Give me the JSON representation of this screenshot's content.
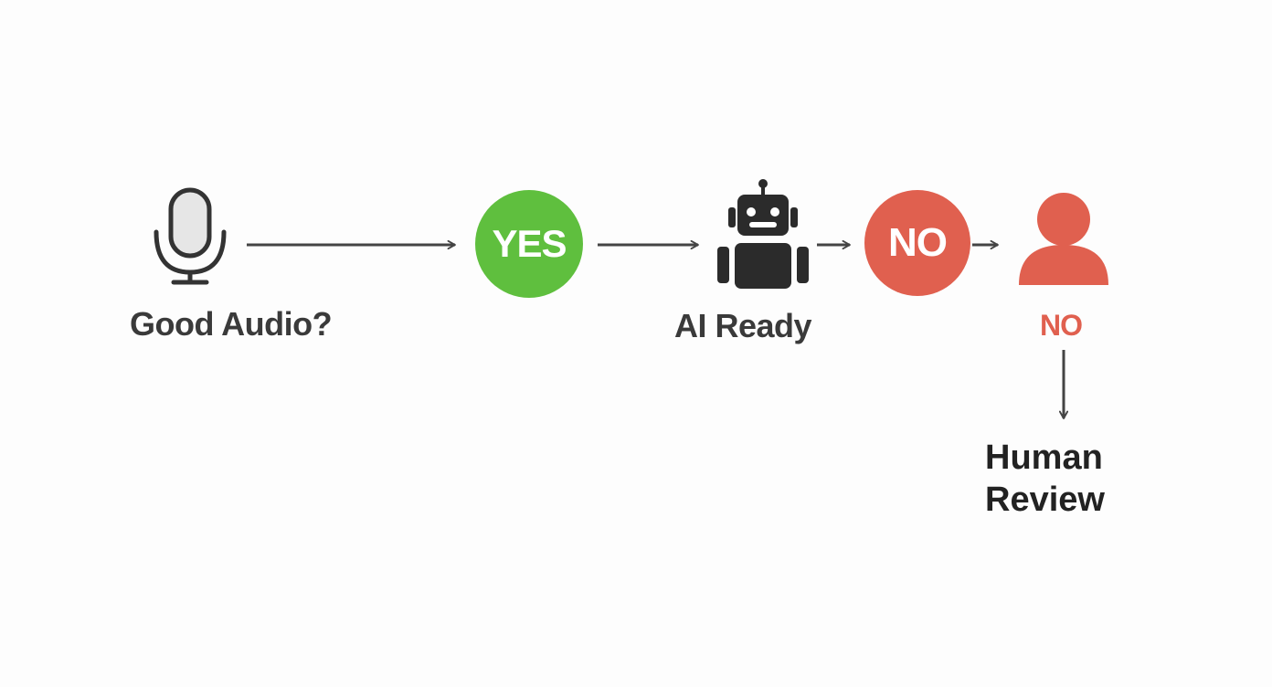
{
  "nodes": {
    "audio": {
      "label": "Good Audio?",
      "icon": "microphone-icon"
    },
    "yes": {
      "label": "YES",
      "color": "#5fbf3e"
    },
    "ai": {
      "label": "AI Ready",
      "icon": "robot-icon"
    },
    "no": {
      "label": "NO",
      "color": "#e0604f"
    },
    "person": {
      "icon": "person-icon",
      "label": "NO",
      "color": "#e0604f"
    },
    "human": {
      "label": "Human\nReview"
    }
  },
  "colors": {
    "arrow": "#444444",
    "text": "#333333"
  }
}
